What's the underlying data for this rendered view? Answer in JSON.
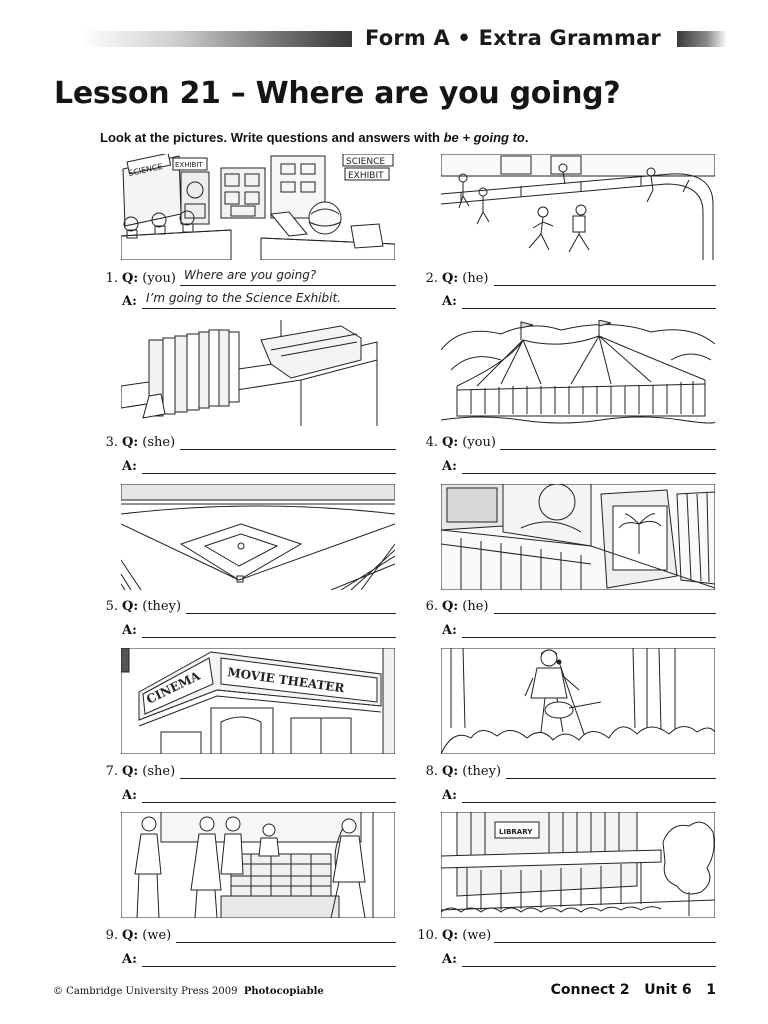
{
  "header": {
    "title": "Form A • Extra Grammar"
  },
  "lesson_title": "Lesson 21 – Where are you going?",
  "instructions": {
    "prefix": "Look at the pictures. Write questions and answers with ",
    "emphasis": "be + going to",
    "suffix": "."
  },
  "pictures": {
    "p1": {
      "sign1": "SCIENCE",
      "sign2": "EXHIBIT",
      "sign3": "SCIENCE",
      "sign4": "EXHIBIT"
    },
    "p7": {
      "sign1": "CINEMA",
      "sign2": "MOVIE THEATER"
    },
    "p10": {
      "sign1": "LIBRARY"
    }
  },
  "labels": {
    "q": "Q:",
    "a": "A:"
  },
  "items": [
    {
      "num": "1.",
      "subject": "(you)",
      "question": "Where are you going?",
      "answer": "I’m going to the Science Exhibit."
    },
    {
      "num": "2.",
      "subject": "(he)",
      "question": "",
      "answer": ""
    },
    {
      "num": "3.",
      "subject": "(she)",
      "question": "",
      "answer": ""
    },
    {
      "num": "4.",
      "subject": "(you)",
      "question": "",
      "answer": ""
    },
    {
      "num": "5.",
      "subject": "(they)",
      "question": "",
      "answer": ""
    },
    {
      "num": "6.",
      "subject": "(he)",
      "question": "",
      "answer": ""
    },
    {
      "num": "7.",
      "subject": "(she)",
      "question": "",
      "answer": ""
    },
    {
      "num": "8.",
      "subject": "(they)",
      "question": "",
      "answer": ""
    },
    {
      "num": "9.",
      "subject": "(we)",
      "question": "",
      "answer": ""
    },
    {
      "num": "10.",
      "subject": "(we)",
      "question": "",
      "answer": ""
    }
  ],
  "footer": {
    "copyright": "© Cambridge University Press 2009",
    "photocopiable": "Photocopiable",
    "right": "Connect 2   Unit 6   1"
  }
}
